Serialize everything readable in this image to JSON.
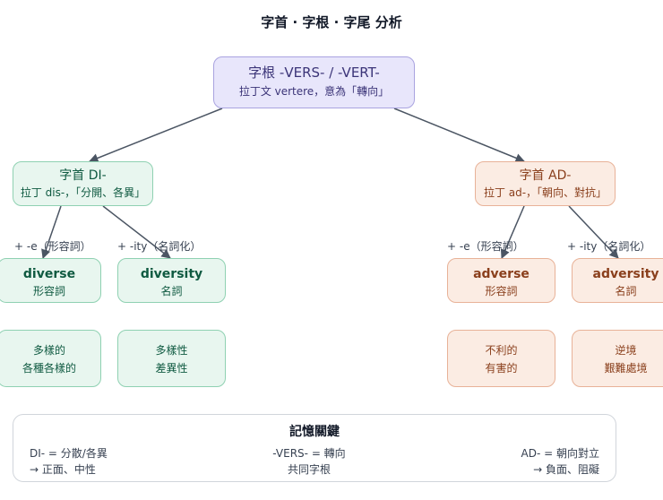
{
  "title": "字首 · 字根 · 字尾 分析",
  "root": {
    "main": "字根 -VERS- / -VERT-",
    "sub": "拉丁文 vertere，意為「轉向」"
  },
  "prefix_di": {
    "main": "字首 DI-",
    "sub": "拉丁 dis-，「分開、各異」"
  },
  "prefix_ad": {
    "main": "字首 AD-",
    "sub": "拉丁 ad-，「朝向、對抗」"
  },
  "edge_labels": {
    "di_e": "+ -e（形容詞）",
    "di_ity": "+ -ity（名詞化）",
    "ad_e": "+ -e（形容詞）",
    "ad_ity": "+ -ity（名詞化）"
  },
  "words": [
    {
      "word": "diverse",
      "pos": "形容詞",
      "meaning1": "多樣的",
      "meaning2": "各種各樣的"
    },
    {
      "word": "diversity",
      "pos": "名詞",
      "meaning1": "多樣性",
      "meaning2": "差異性"
    },
    {
      "word": "adverse",
      "pos": "形容詞",
      "meaning1": "不利的",
      "meaning2": "有害的"
    },
    {
      "word": "adversity",
      "pos": "名詞",
      "meaning1": "逆境",
      "meaning2": "艱難處境"
    }
  ],
  "memo": {
    "title": "記憶關鍵",
    "left_1": "DI- = 分散/各異",
    "left_2": "→ 正面、中性",
    "mid_1": "-VERS- = 轉向",
    "mid_2": "共同字根",
    "right_1": "AD- = 朝向對立",
    "right_2": "→ 負面、阻礙"
  },
  "colors": {
    "root": "#e8e6fb",
    "green": "#e8f6ef",
    "orange": "#fbece3",
    "arrow": "#4b5563"
  }
}
